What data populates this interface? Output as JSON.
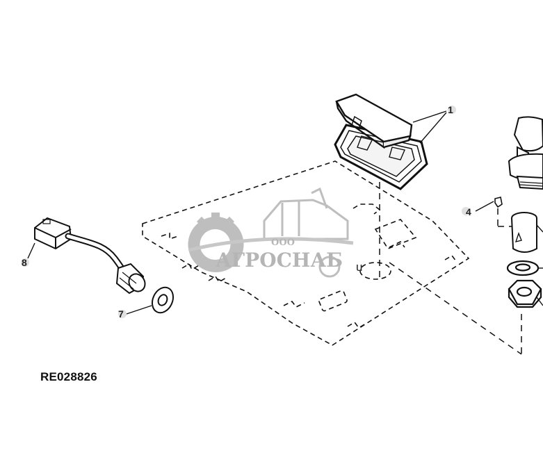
{
  "diagram": {
    "figure_code": "RE028826",
    "callouts": [
      "1",
      "4",
      "7",
      "8"
    ],
    "stray_letter": "u"
  },
  "watermark": {
    "prefix": "ООО",
    "brand": "АГРОСНАБ"
  },
  "colors": {
    "line": "#111111",
    "watermark": "#8a8a8a"
  }
}
